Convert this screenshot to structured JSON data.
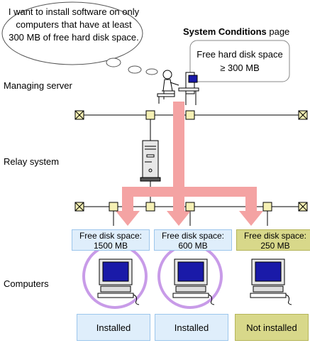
{
  "thought": {
    "text": "I want to install software on only computers that have at least 300 MB of free hard disk space."
  },
  "system_conditions": {
    "label_bold": "System Conditions",
    "label_rest": " page",
    "condition_text": "Free hard disk space ≥ 300 MB"
  },
  "rows": {
    "managing_server": "Managing server",
    "relay_system": "Relay system",
    "computers": "Computers"
  },
  "targets": [
    {
      "disk_label": "Free disk space:",
      "disk_value": "1500 MB",
      "status": "Installed"
    },
    {
      "disk_label": "Free disk space:",
      "disk_value": "600 MB",
      "status": "Installed"
    },
    {
      "disk_label": "Free disk space:",
      "disk_value": "250 MB",
      "status": "Not installed"
    }
  ],
  "colors": {
    "arrow": "#f4a3a3",
    "highlight_circle": "#c89be8",
    "node_fill": "#f5f0b4",
    "blue_box": "#dfeefb",
    "yellow_box": "#d8d88a"
  }
}
